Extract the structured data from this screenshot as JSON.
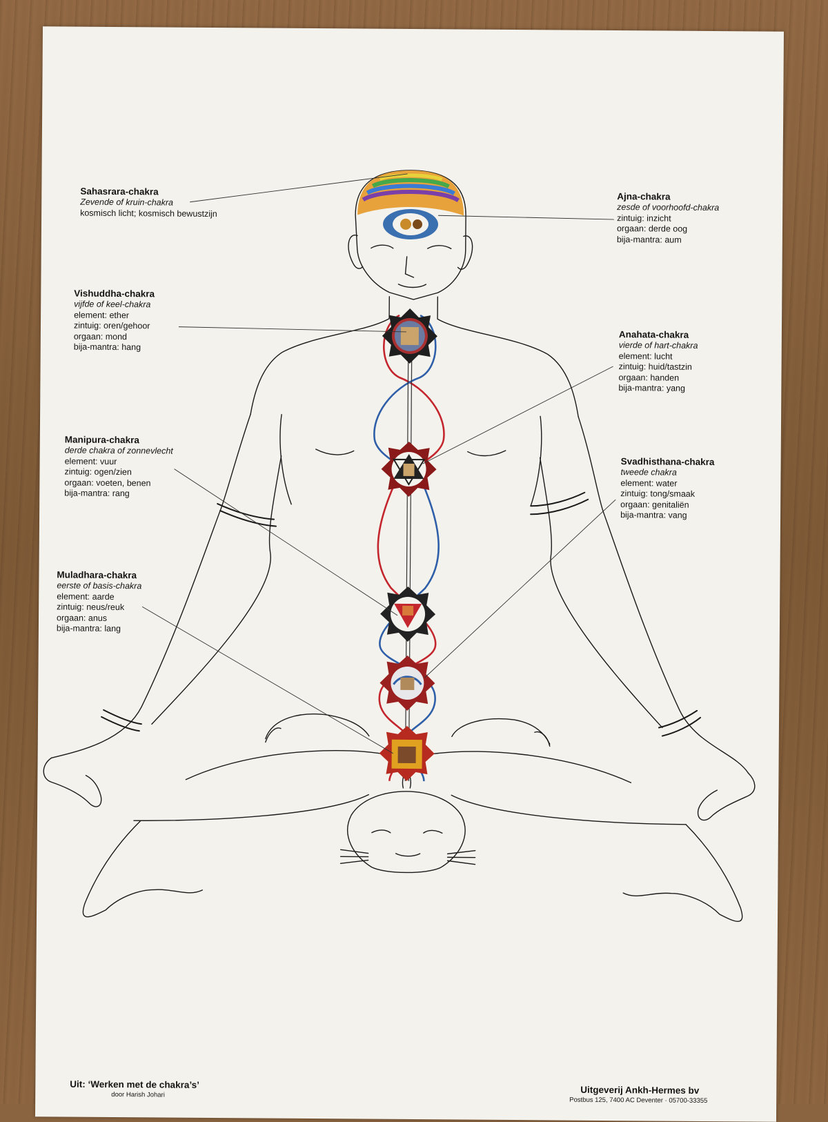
{
  "chakras": [
    {
      "key": "sahasrara",
      "name": "Sahasrara-chakra",
      "lines": [
        "Zevende of kruin-chakra",
        "kosmisch licht; kosmisch bewustzijn"
      ]
    },
    {
      "key": "ajna",
      "name": "Ajna-chakra",
      "lines": [
        "zesde of voorhoofd-chakra",
        "zintuig: inzicht",
        "orgaan: derde oog",
        "bija-mantra: aum"
      ]
    },
    {
      "key": "vishuddha",
      "name": "Vishuddha-chakra",
      "lines": [
        "vijfde of keel-chakra",
        "element: ether",
        "zintuig: oren/gehoor",
        "orgaan: mond",
        "bija-mantra: hang"
      ]
    },
    {
      "key": "anahata",
      "name": "Anahata-chakra",
      "lines": [
        "vierde of hart-chakra",
        "element: lucht",
        "zintuig: huid/tastzin",
        "orgaan: handen",
        "bija-mantra: yang"
      ]
    },
    {
      "key": "manipura",
      "name": "Manipura-chakra",
      "lines": [
        "derde chakra of zonnevlecht",
        "element: vuur",
        "zintuig: ogen/zien",
        "orgaan: voeten, benen",
        "bija-mantra: rang"
      ]
    },
    {
      "key": "svadhisthana",
      "name": "Svadhisthana-chakra",
      "lines": [
        "tweede chakra",
        "element: water",
        "zintuig: tong/smaak",
        "orgaan: genitaliën",
        "bija-mantra: vang"
      ]
    },
    {
      "key": "muladhara",
      "name": "Muladhara-chakra",
      "lines": [
        "eerste of basis-chakra",
        "element: aarde",
        "zintuig: neus/reuk",
        "orgaan: anus",
        "bija-mantra: lang"
      ]
    }
  ],
  "footer": {
    "source": "Uit: ‘Werken met de chakra’s’",
    "author": "door Harish Johari",
    "publisher": "Uitgeverij Ankh-Hermes bv",
    "address": "Postbus 125, 7400 AC Deventer · 05700-33355"
  },
  "colors": {
    "paper": "#f3f2ec",
    "ida_channel": "#c4262e",
    "pingala_channel": "#2f5fa8",
    "wood": "#8a6440"
  }
}
